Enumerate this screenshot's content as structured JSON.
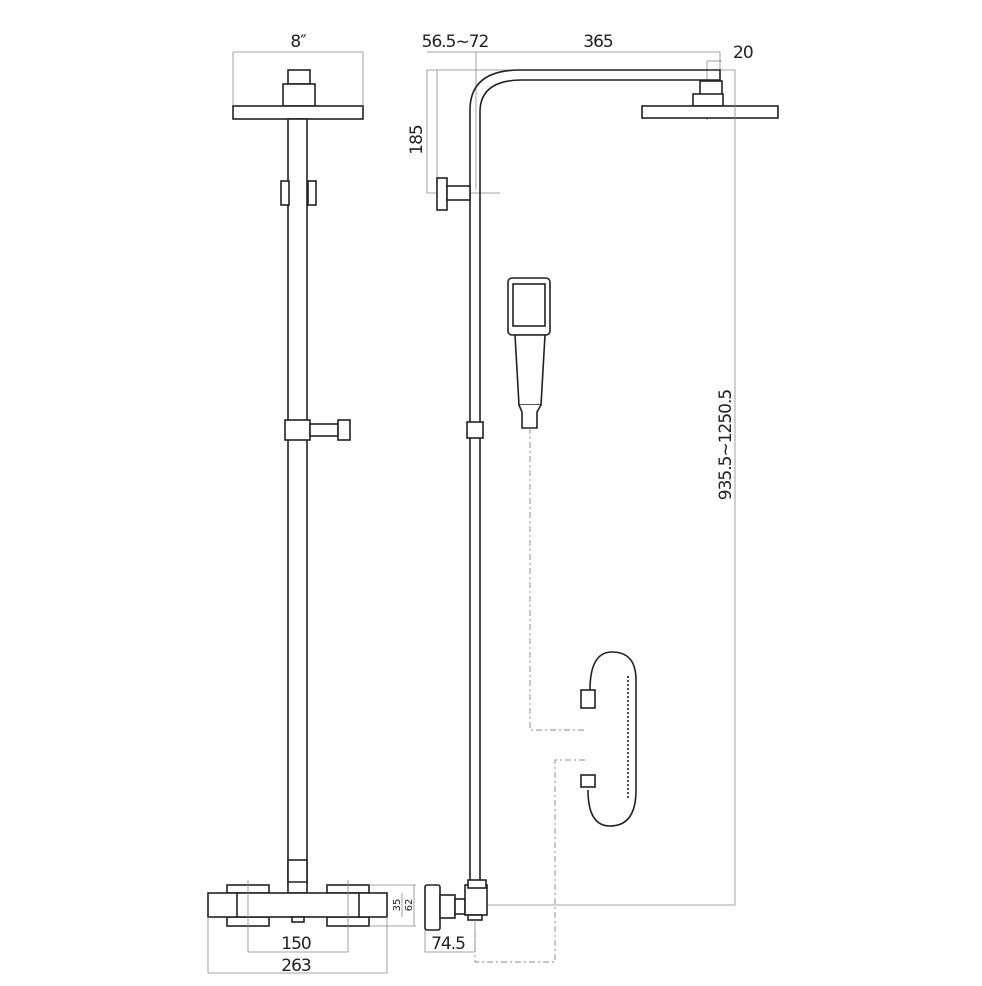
{
  "title": "Shower system dimension drawing",
  "dimensions": {
    "head_diameter": "8″",
    "wall_offset": "56.5~72",
    "arm_length": "365",
    "arm_end": "20",
    "arm_height": "185",
    "total_height": "935.5~1250.5",
    "mixer_height_inner": "35",
    "mixer_height_outer": "62",
    "inlet_centers": "150",
    "mixer_width": "263",
    "mixer_depth": "74.5"
  }
}
